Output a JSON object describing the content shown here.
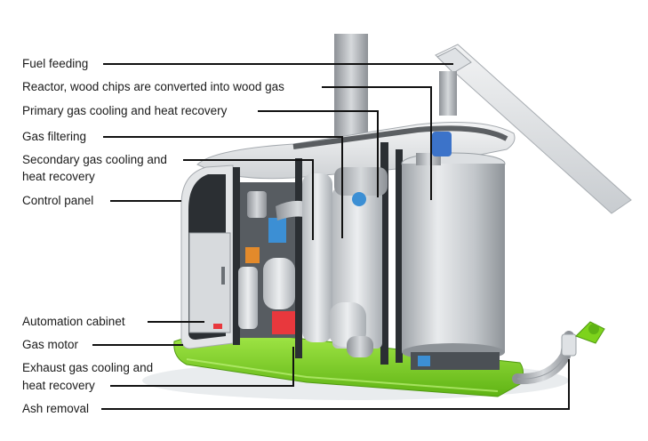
{
  "labels": {
    "fuel_feeding": "Fuel feeding",
    "reactor": "Reactor, wood chips are converted into wood gas",
    "primary_cooling": "Primary gas cooling and heat recovery",
    "gas_filtering": "Gas filtering",
    "secondary_cooling_1": "Secondary gas cooling and",
    "secondary_cooling_2": "heat recovery",
    "control_panel": "Control panel",
    "automation_cabinet": "Automation cabinet",
    "gas_motor": "Gas motor",
    "exhaust_cooling_1": "Exhaust gas cooling and",
    "exhaust_cooling_2": "heat recovery",
    "ash_removal": "Ash removal"
  },
  "colors": {
    "base_green": "#7dd31c",
    "steel": "#c9ccd0",
    "housing": "#e6e8ea",
    "frame_dark": "#2b2f33",
    "leader_line": "#111111"
  }
}
